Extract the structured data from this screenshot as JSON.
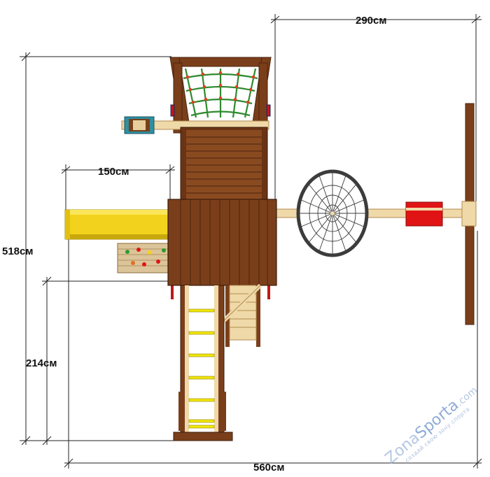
{
  "dimensions": {
    "top_width": "290см",
    "slide_length": "150см",
    "total_length": "518см",
    "ladder_length": "214см",
    "total_width": "560см"
  },
  "watermark": {
    "brand_prefix": "Zona",
    "brand_suffix": "Sporta",
    "domain": ".com",
    "slogan": "создай свою зону спорта"
  },
  "colors": {
    "wood": "#7a3f1a",
    "wood_dark": "#4a2410",
    "beam": "#f0d9a8",
    "slide": "#f2d21c",
    "net_frame": "#3c3c3c",
    "swing_seat": "#e01414",
    "cargo_net": "#2e8b2e",
    "ladder_rung": "#f2e60a",
    "watermark": "#9bb3d9"
  }
}
